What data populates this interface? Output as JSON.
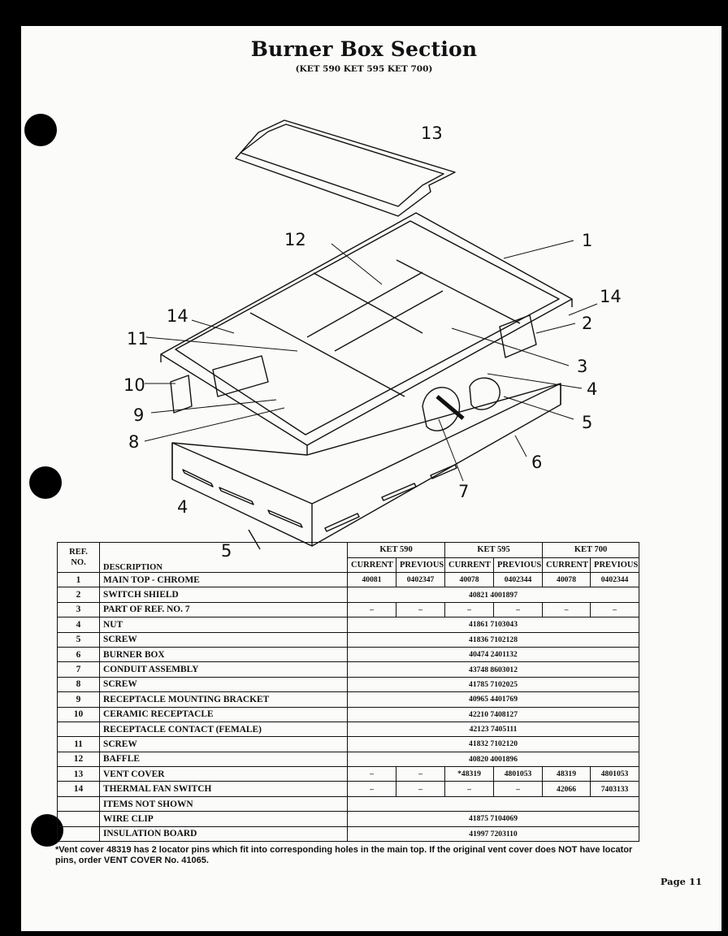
{
  "title": "Burner Box Section",
  "subtitle": "(KET 590 KET 595 KET 700)",
  "callouts": [
    "13",
    "12",
    "1",
    "14",
    "2",
    "14",
    "11",
    "3",
    "10",
    "4",
    "9",
    "5",
    "8",
    "6",
    "7",
    "4",
    "5"
  ],
  "table": {
    "head_ref": "REF.",
    "head_no": "NO.",
    "head_desc": "DESCRIPTION",
    "models": [
      "KET 590",
      "KET 595",
      "KET 700"
    ],
    "sub_current": "CURRENT",
    "sub_previous": "PREVIOUS",
    "rows": [
      {
        "ref": "1",
        "desc": "MAIN TOP - CHROME",
        "codes": [
          "40081",
          "0402347",
          "40078",
          "0402344",
          "40078",
          "0402344"
        ]
      },
      {
        "ref": "2",
        "desc": "SWITCH SHIELD",
        "shared": "40821 4001897"
      },
      {
        "ref": "3",
        "desc": "PART OF REF. NO. 7",
        "codes": [
          "–",
          "–",
          "–",
          "–",
          "–",
          "–"
        ]
      },
      {
        "ref": "4",
        "desc": "NUT",
        "shared": "41861 7103043"
      },
      {
        "ref": "5",
        "desc": "SCREW",
        "shared": "41836 7102128"
      },
      {
        "ref": "6",
        "desc": "BURNER BOX",
        "shared": "40474 2401132"
      },
      {
        "ref": "7",
        "desc": "CONDUIT ASSEMBLY",
        "shared": "43748 8603012"
      },
      {
        "ref": "8",
        "desc": "SCREW",
        "shared": "41785 7102025"
      },
      {
        "ref": "9",
        "desc": "RECEPTACLE MOUNTING BRACKET",
        "shared": "40965 4401769"
      },
      {
        "ref": "10",
        "desc": "CERAMIC RECEPTACLE",
        "shared": "42210 7408127"
      },
      {
        "ref": "",
        "desc": "RECEPTACLE CONTACT (FEMALE)",
        "shared": "42123 7405111"
      },
      {
        "ref": "11",
        "desc": "SCREW",
        "shared": "41832 7102120"
      },
      {
        "ref": "12",
        "desc": "BAFFLE",
        "shared": "40820 4001896"
      },
      {
        "ref": "13",
        "desc": "VENT COVER",
        "codes": [
          "–",
          "–",
          "*48319",
          "4801053",
          "48319",
          "4801053"
        ]
      },
      {
        "ref": "14",
        "desc": "THERMAL FAN SWITCH",
        "codes": [
          "–",
          "–",
          "–",
          "–",
          "42066",
          "7403133"
        ]
      },
      {
        "ref": "",
        "desc": "ITEMS NOT SHOWN",
        "shared": ""
      },
      {
        "ref": "",
        "desc": "WIRE CLIP",
        "shared": "41875 7104069"
      },
      {
        "ref": "",
        "desc": "INSULATION BOARD",
        "shared": "41997 7203110"
      }
    ]
  },
  "footnote": "*Vent cover 48319 has 2 locator pins which fit into corresponding holes in the main top. If the original vent cover does NOT have locator pins, order VENT COVER No. 41065.",
  "page": "Page 11"
}
